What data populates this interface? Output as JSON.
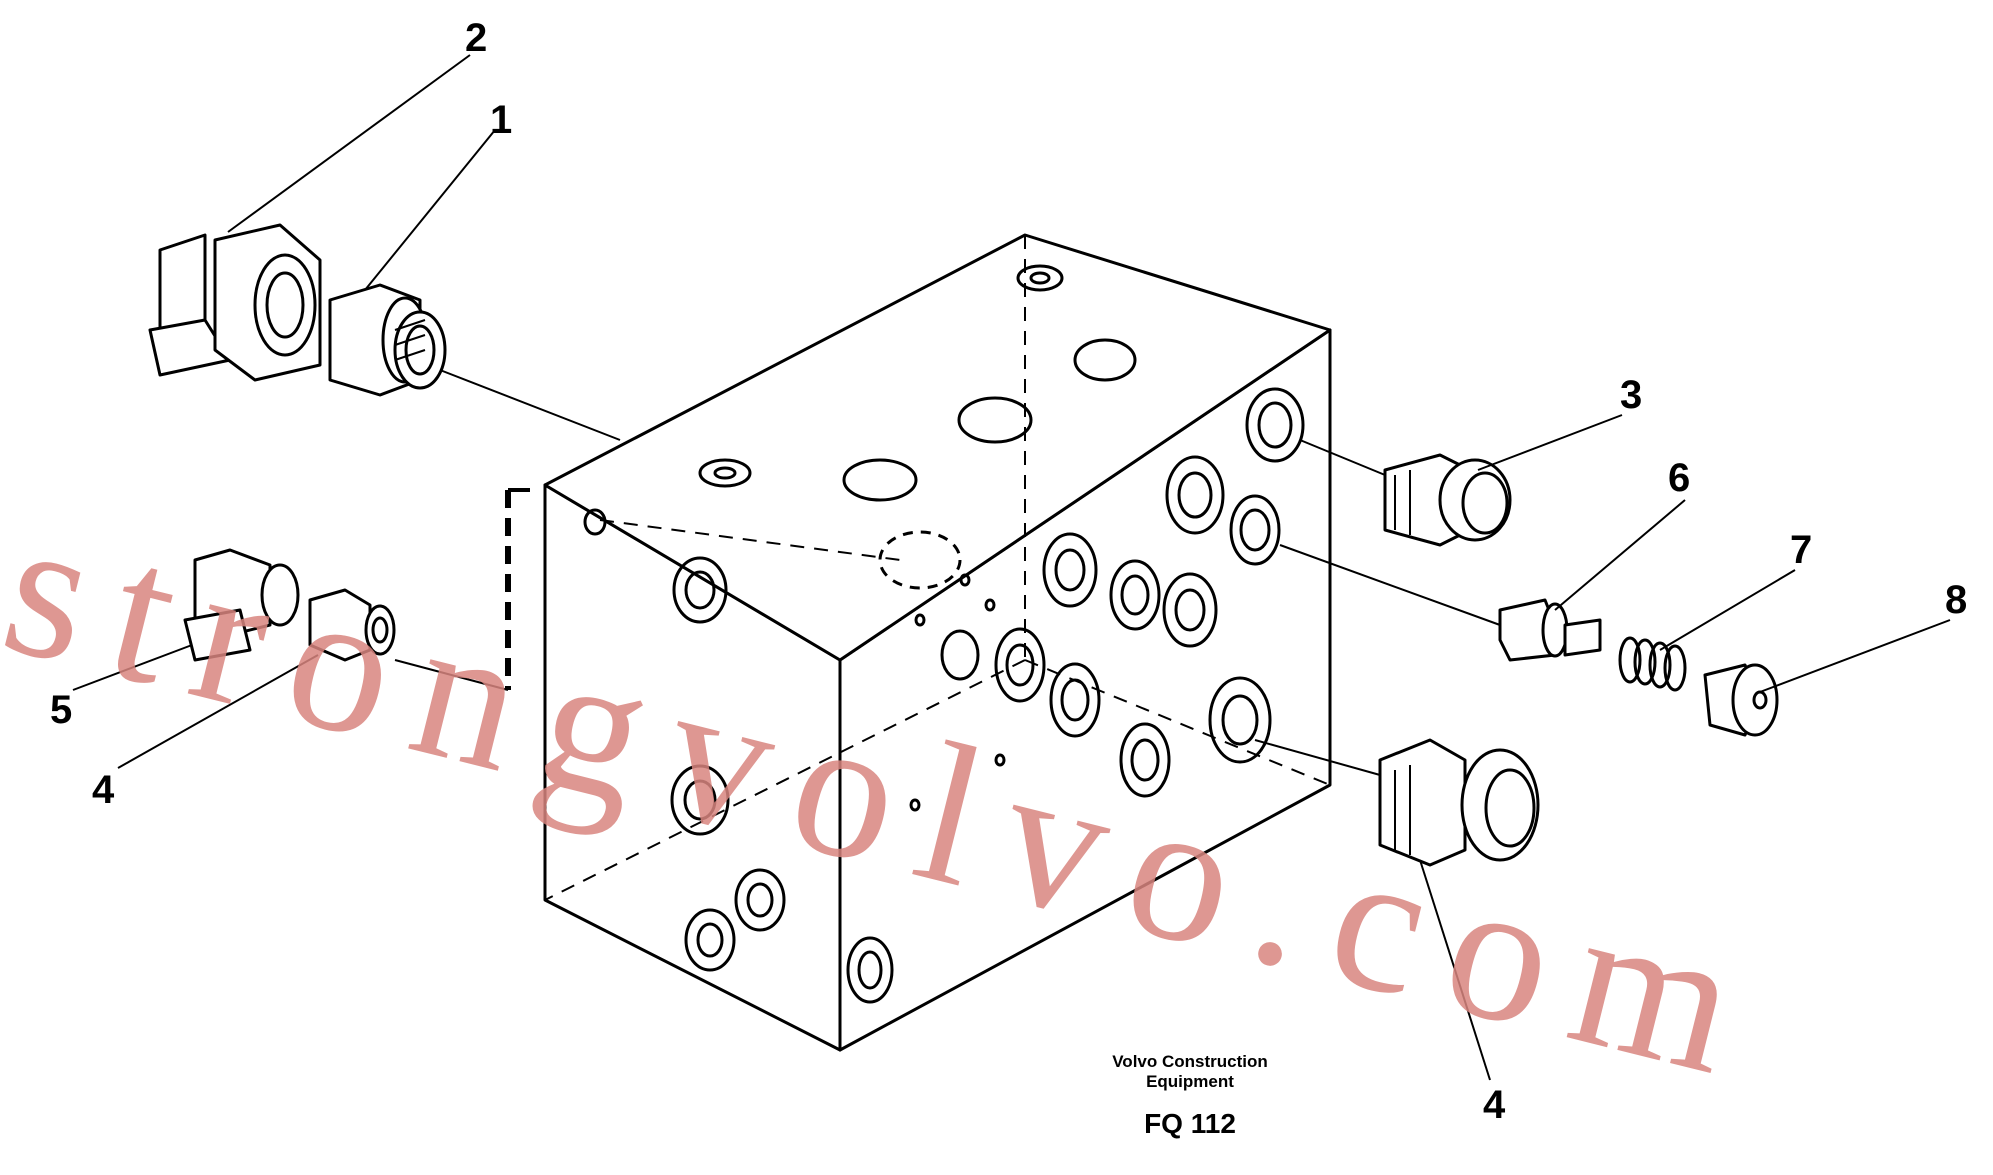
{
  "diagram": {
    "callouts": {
      "c1": "1",
      "c2": "2",
      "c3": "3",
      "c4_left": "4",
      "c4_bottom": "4",
      "c5": "5",
      "c6": "6",
      "c7": "7",
      "c8": "8"
    },
    "caption": {
      "maker_line1": "Volvo Construction",
      "maker_line2": "Equipment",
      "code": "FQ 112"
    },
    "watermark": "strongvolvo.com"
  },
  "colors": {
    "line": "#000000",
    "watermark": "#d9857f",
    "background": "#ffffff"
  }
}
